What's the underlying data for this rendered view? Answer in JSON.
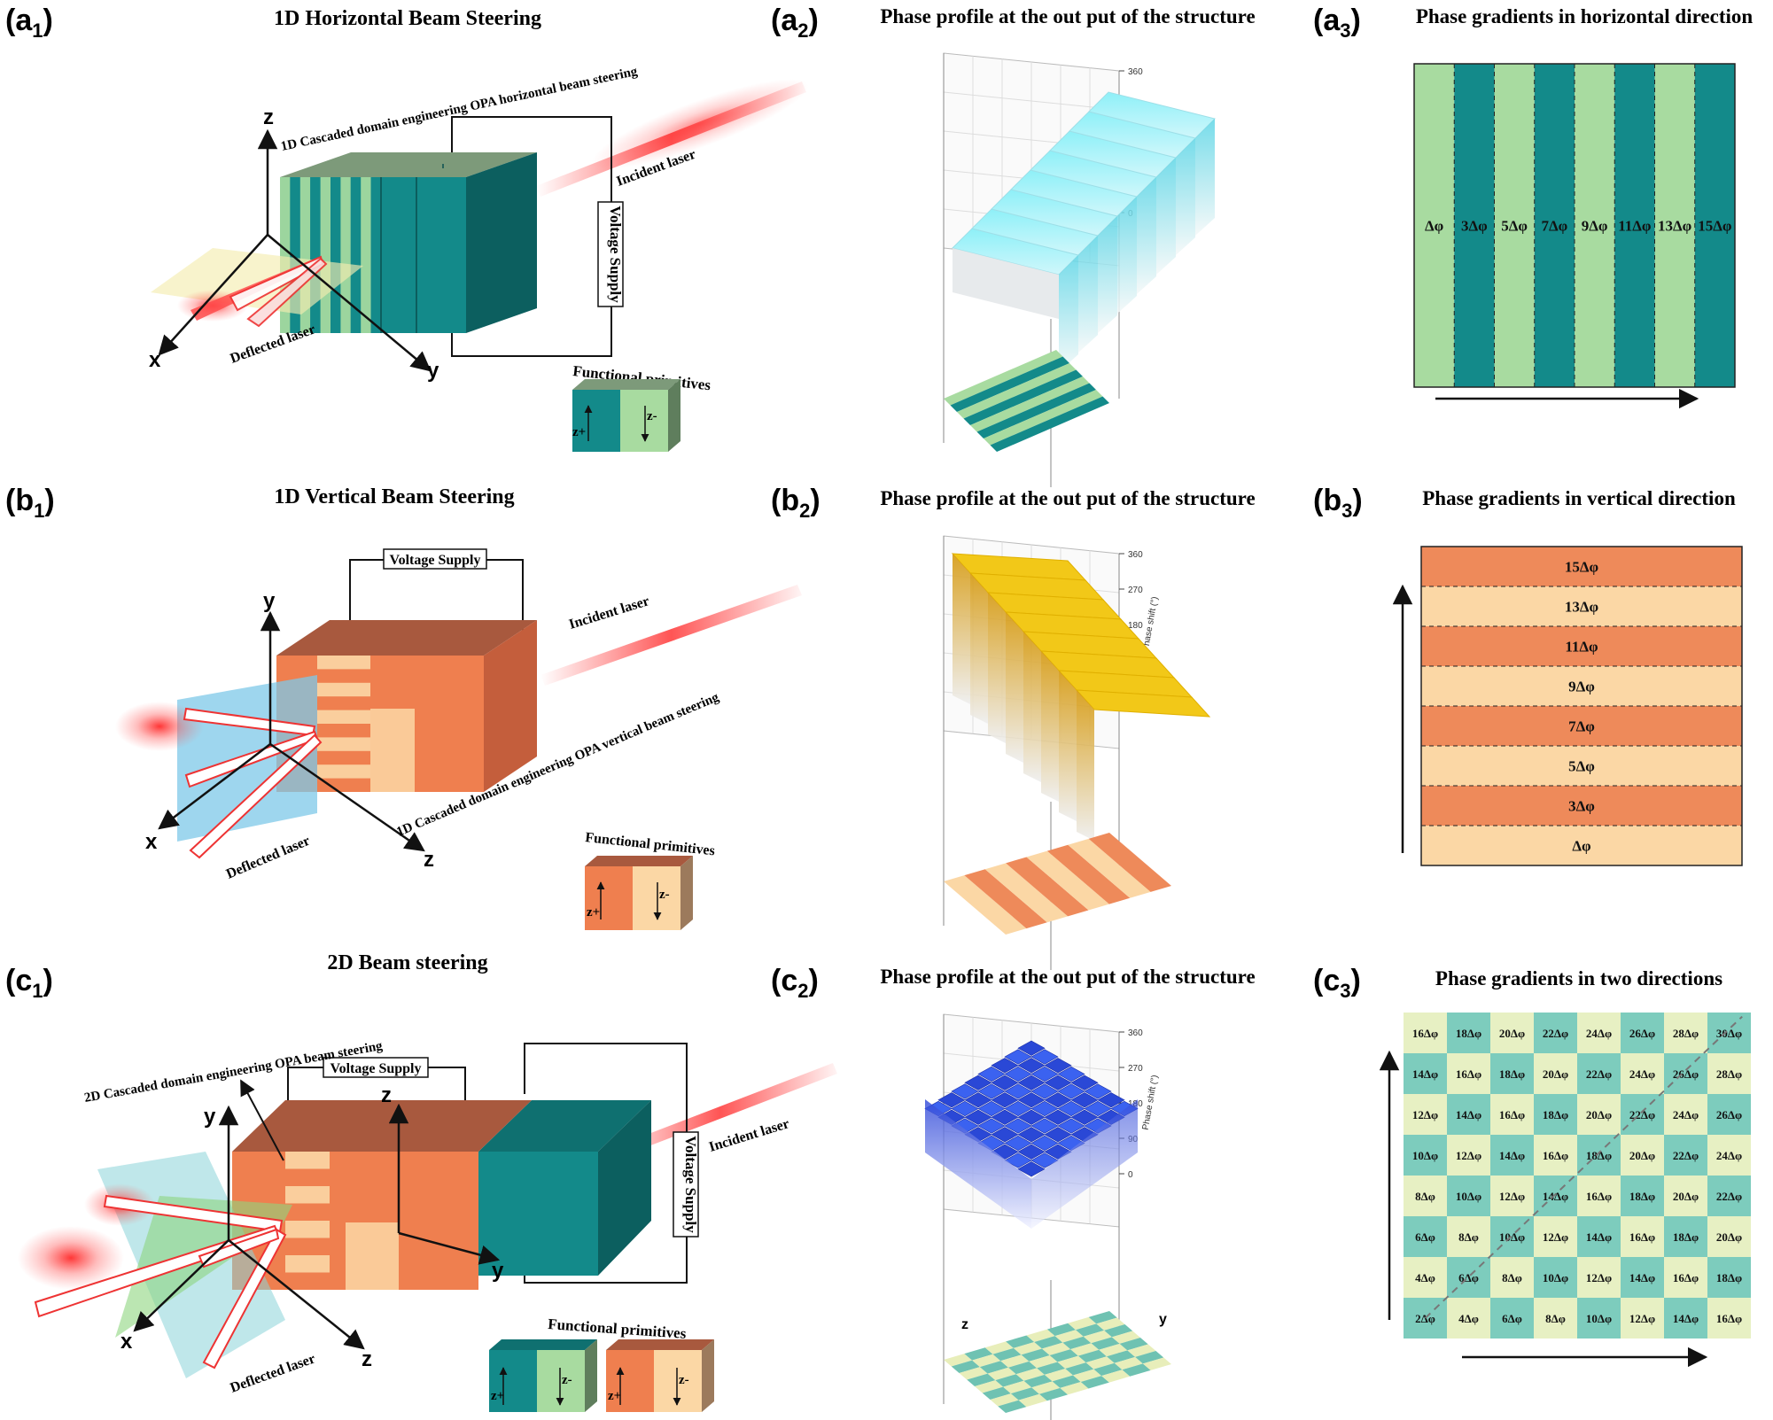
{
  "panels": {
    "a1": {
      "label": "a",
      "sub": "1",
      "title": "1D Horizontal Beam Steering"
    },
    "a2": {
      "label": "a",
      "sub": "2",
      "title": "Phase profile at the out put of the structure"
    },
    "a3": {
      "label": "a",
      "sub": "3",
      "title": "Phase gradients in horizontal direction"
    },
    "b1": {
      "label": "b",
      "sub": "1",
      "title": "1D  Vertical Beam Steering"
    },
    "b2": {
      "label": "b",
      "sub": "2",
      "title": "Phase profile at the out put of the structure"
    },
    "b3": {
      "label": "b",
      "sub": "3",
      "title": "Phase gradients in vertical direction"
    },
    "c1": {
      "label": "c",
      "sub": "1",
      "title": "2D Beam steering"
    },
    "c2": {
      "label": "c",
      "sub": "2",
      "title": "Phase profile at the out put of the structure"
    },
    "c3": {
      "label": "c",
      "sub": "3",
      "title": "Phase gradients in two directions"
    }
  },
  "labels": {
    "a1_device": "1D Cascaded domain engineering OPA horizontal beam steering",
    "b1_device": "1D Cascaded domain engineering OPA vertical beam steering",
    "c1_device": "2D Cascaded domain engineering OPA beam steering",
    "incident": "Incident laser",
    "deflected": "Deflected laser",
    "voltage": "Voltage Supply",
    "primitives": "Functional primitives",
    "zplus": "z+",
    "zminus": "z-"
  },
  "axes": {
    "a1": {
      "z": "z",
      "x": "x",
      "y": "y"
    },
    "b1": {
      "y": "y",
      "x": "x",
      "z": "z"
    },
    "c1": {
      "y": "y",
      "x": "x",
      "z": "z",
      "z2": "z",
      "y2": "y"
    },
    "c2": {
      "z": "z",
      "y": "y"
    }
  },
  "phase_plot": {
    "axis_label": "Phase shift (°)",
    "ticks": [
      "0",
      "90",
      "180",
      "270",
      "360"
    ]
  },
  "gradients": {
    "a3": [
      "Δφ",
      "3Δφ",
      "5Δφ",
      "7Δφ",
      "9Δφ",
      "11Δφ",
      "13Δφ",
      "15Δφ"
    ],
    "b3": [
      "15Δφ",
      "13Δφ",
      "11Δφ",
      "9Δφ",
      "7Δφ",
      "5Δφ",
      "3Δφ",
      "Δφ"
    ],
    "c3": [
      [
        "16Δφ",
        "18Δφ",
        "20Δφ",
        "22Δφ",
        "24Δφ",
        "26Δφ",
        "28Δφ",
        "30Δφ"
      ],
      [
        "14Δφ",
        "16Δφ",
        "18Δφ",
        "20Δφ",
        "22Δφ",
        "24Δφ",
        "26Δφ",
        "28Δφ"
      ],
      [
        "12Δφ",
        "14Δφ",
        "16Δφ",
        "18Δφ",
        "20Δφ",
        "22Δφ",
        "24Δφ",
        "26Δφ"
      ],
      [
        "10Δφ",
        "12Δφ",
        "14Δφ",
        "16Δφ",
        "18Δφ",
        "20Δφ",
        "22Δφ",
        "24Δφ"
      ],
      [
        "8Δφ",
        "10Δφ",
        "12Δφ",
        "14Δφ",
        "16Δφ",
        "18Δφ",
        "20Δφ",
        "22Δφ"
      ],
      [
        "6Δφ",
        "8Δφ",
        "10Δφ",
        "12Δφ",
        "14Δφ",
        "16Δφ",
        "18Δφ",
        "20Δφ"
      ],
      [
        "4Δφ",
        "6Δφ",
        "8Δφ",
        "10Δφ",
        "12Δφ",
        "14Δφ",
        "16Δφ",
        "18Δφ"
      ],
      [
        "2Δφ",
        "4Δφ",
        "6Δφ",
        "8Δφ",
        "10Δφ",
        "12Δφ",
        "14Δφ",
        "16Δφ"
      ]
    ]
  },
  "colors": {
    "teal": "#138a8a",
    "tealDark": "#0d6d6d",
    "lightGreen": "#a8dba0",
    "orange": "#ee8a5a",
    "orangeDark": "#b9593a",
    "tan": "#fbd7a5",
    "tanDark": "#d3b38a",
    "cyan": "#74e4f0",
    "yellow": "#f2c818",
    "blue": "#2a4fe0",
    "laser": "#e8262a"
  }
}
